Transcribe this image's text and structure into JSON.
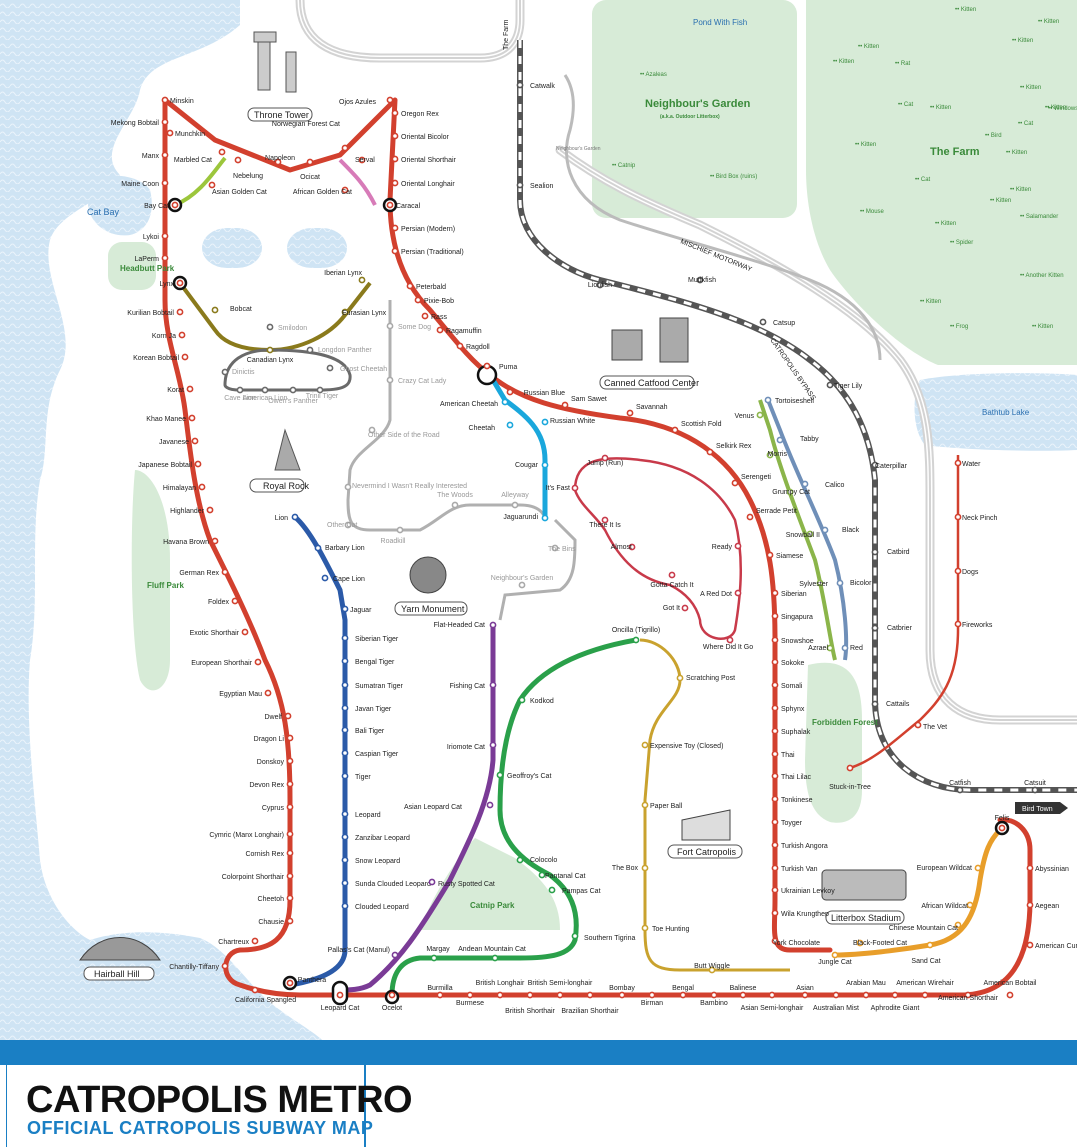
{
  "header": {
    "title": "CATROPOLIS METRO",
    "subtitle": "OFFICIAL CATROPOLIS SUBWAY MAP"
  },
  "colors": {
    "red_line": "#d2402e",
    "blue_line": "#2b5aa8",
    "cyan_line": "#1aa7dc",
    "purple_line": "#7a3b96",
    "green_line": "#2aa04a",
    "lime_line": "#9cc63c",
    "olive_line": "#8a7a1c",
    "pink_line": "#d77bb8",
    "gold_line": "#c9a22e",
    "orange_line": "#e89e2a",
    "laser_line": "#c83a4a",
    "grey_line": "#a9a9a9",
    "water": "#cfe4f4",
    "park": "#d7ebd7",
    "footer_bar": "#1a7fc4"
  },
  "areas": {
    "cat_bay": "Cat Bay",
    "headbutt_park": "Headbutt Park",
    "fluff_park": "Fluff Park",
    "neighbours_garden": "Neighbour's Garden",
    "neighbours_garden_sub": "(a.k.a. Outdoor Litterbox)",
    "the_farm": "The Farm",
    "pond": "Pond With Fish",
    "bathtub_lake": "Bathtub Lake",
    "forbidden_forest": "Forbidden Forest",
    "catnip_park": "Catnip Park"
  },
  "landmarks": {
    "throne_tower": "Throne Tower",
    "royal_rock": "Royal Rock",
    "yarn_monument": "Yarn Monument",
    "canned_catfood": "Canned Catfood Center",
    "fort_catropolis": "Fort Catropolis",
    "litterbox_stadium": "Litterbox Stadium",
    "hairball_hill": "Hairball Hill"
  },
  "roads": {
    "the_farm": "The Farm",
    "bird_town": "Bird Town",
    "mischief_motorway": "MISCHIEF MOTORWAY",
    "catropolis_bypass": "CATROPOLIS BYPASS",
    "neighbours_garden": "Neighbour's Garden"
  },
  "stations": {
    "red_left": [
      {
        "name": "Minskin"
      },
      {
        "name": "Mekong Bobtail"
      },
      {
        "name": "Munchkin"
      },
      {
        "name": "Manx"
      },
      {
        "name": "Maine Coon"
      },
      {
        "name": "Bay Cat"
      },
      {
        "name": "Lykoi"
      },
      {
        "name": "LaPerm"
      },
      {
        "name": "Lynx"
      },
      {
        "name": "Kurilian Bobtail"
      },
      {
        "name": "Korn Ja"
      },
      {
        "name": "Korean Bobtail"
      },
      {
        "name": "Korat"
      },
      {
        "name": "Khao Manee"
      },
      {
        "name": "Javanese"
      },
      {
        "name": "Japanese Bobtail"
      },
      {
        "name": "Himalayan"
      },
      {
        "name": "Highlander"
      },
      {
        "name": "Havana Brown"
      },
      {
        "name": "German Rex"
      },
      {
        "name": "Foldex"
      },
      {
        "name": "Exotic Shorthair"
      },
      {
        "name": "European Shorthair"
      },
      {
        "name": "Egyptian Mau"
      },
      {
        "name": "Dwelf"
      },
      {
        "name": "Dragon Li"
      },
      {
        "name": "Donskoy"
      },
      {
        "name": "Devon Rex"
      },
      {
        "name": "Cyprus"
      },
      {
        "name": "Cymric (Manx Longhair)"
      },
      {
        "name": "Cornish Rex"
      },
      {
        "name": "Colorpoint Shorthair"
      },
      {
        "name": "Cheetoh"
      },
      {
        "name": "Chausie"
      },
      {
        "name": "Chartreux"
      },
      {
        "name": "Chantilly-Tiffany"
      },
      {
        "name": "California Spangled"
      }
    ],
    "red_top": [
      {
        "name": "Marbled Cat"
      },
      {
        "name": "Nebelung"
      },
      {
        "name": "Napoleon"
      },
      {
        "name": "Ocicat"
      },
      {
        "name": "Norwegian Forest Cat"
      },
      {
        "name": "Ojos Azules"
      },
      {
        "name": "Serval"
      },
      {
        "name": "African Golden Cat"
      },
      {
        "name": "Asian Golden Cat"
      }
    ],
    "red_right": [
      {
        "name": "Oregon Rex"
      },
      {
        "name": "Oriental Bicolor"
      },
      {
        "name": "Oriental Shorthair"
      },
      {
        "name": "Oriental Longhair"
      },
      {
        "name": "Caracal"
      },
      {
        "name": "Persian (Modern)"
      },
      {
        "name": "Persian (Traditional)"
      },
      {
        "name": "Peterbald"
      },
      {
        "name": "Pixie-Bob"
      },
      {
        "name": "Rass"
      },
      {
        "name": "Ragamuffin"
      },
      {
        "name": "Ragdoll"
      },
      {
        "name": "Puma"
      },
      {
        "name": "Russian Blue"
      },
      {
        "name": "Sam Sawet"
      },
      {
        "name": "Savannah"
      },
      {
        "name": "Scottish Fold"
      },
      {
        "name": "Selkirk Rex"
      },
      {
        "name": "Serengeti"
      },
      {
        "name": "Serrade Petit"
      },
      {
        "name": "Siamese"
      },
      {
        "name": "Siberian"
      },
      {
        "name": "Singapura"
      },
      {
        "name": "Snowshoe"
      },
      {
        "name": "Sokoke"
      },
      {
        "name": "Somali"
      },
      {
        "name": "Sphynx"
      },
      {
        "name": "Suphalak"
      },
      {
        "name": "Thai"
      },
      {
        "name": "Thai Lilac"
      },
      {
        "name": "Tonkinese"
      },
      {
        "name": "Toyger"
      },
      {
        "name": "Turkish Angora"
      },
      {
        "name": "Turkish Van"
      },
      {
        "name": "Ukrainian Levkoy"
      },
      {
        "name": "Wila Krungthep"
      },
      {
        "name": "York Chocolate"
      }
    ],
    "red_bottom": [
      {
        "name": "Panthera"
      },
      {
        "name": "Leopard Cat"
      },
      {
        "name": "Ocelot"
      },
      {
        "name": "Burmilla"
      },
      {
        "name": "Burmese"
      },
      {
        "name": "British Longhair"
      },
      {
        "name": "British Shorthair"
      },
      {
        "name": "British Semi-longhair"
      },
      {
        "name": "Brazilian Shorthair"
      },
      {
        "name": "Bombay"
      },
      {
        "name": "Birman"
      },
      {
        "name": "Bengal"
      },
      {
        "name": "Bambino"
      },
      {
        "name": "Balinese"
      },
      {
        "name": "Asian Semi-longhair"
      },
      {
        "name": "Asian"
      },
      {
        "name": "Australian Mist"
      },
      {
        "name": "Arabian Mau"
      },
      {
        "name": "Aphrodite Giant"
      },
      {
        "name": "American Wirehair"
      },
      {
        "name": "American Shorthair"
      },
      {
        "name": "American Bobtail"
      },
      {
        "name": "American Curl"
      },
      {
        "name": "Aegean"
      },
      {
        "name": "Abyssinian"
      },
      {
        "name": "Felis"
      }
    ],
    "olive": [
      {
        "name": "Bobcat"
      },
      {
        "name": "Canadian Lynx"
      },
      {
        "name": "Eurasian Lynx"
      },
      {
        "name": "Iberian Lynx"
      }
    ],
    "grey_loop": [
      {
        "name": "Smilodon"
      },
      {
        "name": "Longdon Panther"
      },
      {
        "name": "Ghost Cheetah"
      },
      {
        "name": "Dinictis"
      },
      {
        "name": "Cave Lion"
      },
      {
        "name": "American Lion"
      },
      {
        "name": "Owen's Panther"
      },
      {
        "name": "Trinil Tiger"
      }
    ],
    "blue": [
      {
        "name": "Lion"
      },
      {
        "name": "Barbary Lion"
      },
      {
        "name": "Cape Lion"
      },
      {
        "name": "Jaguar"
      },
      {
        "name": "Siberian Tiger"
      },
      {
        "name": "Bengal Tiger"
      },
      {
        "name": "Sumatran Tiger"
      },
      {
        "name": "Javan Tiger"
      },
      {
        "name": "Bali Tiger"
      },
      {
        "name": "Caspian Tiger"
      },
      {
        "name": "Tiger"
      },
      {
        "name": "Leopard"
      },
      {
        "name": "Zanzibar Leopard"
      },
      {
        "name": "Snow Leopard"
      },
      {
        "name": "Sunda Clouded Leopard"
      },
      {
        "name": "Clouded Leopard"
      }
    ],
    "grey": [
      {
        "name": "Some Dog"
      },
      {
        "name": "Crazy Cat Lady"
      },
      {
        "name": "Other Side of the Road"
      },
      {
        "name": "Nevermind I Wasn't Really Interested"
      },
      {
        "name": "Other Cat"
      },
      {
        "name": "Roadkill"
      },
      {
        "name": "The Woods"
      },
      {
        "name": "Alleyway"
      },
      {
        "name": "The Bins"
      },
      {
        "name": "Neighbour's Garden"
      }
    ],
    "cyan": [
      {
        "name": "American Cheetah"
      },
      {
        "name": "Cheetah"
      },
      {
        "name": "Russian White"
      },
      {
        "name": "Cougar"
      },
      {
        "name": "Jaguarundi"
      }
    ],
    "purple": [
      {
        "name": "Flat-Headed Cat"
      },
      {
        "name": "Fishing Cat"
      },
      {
        "name": "Iriomote Cat"
      },
      {
        "name": "Asian Leopard Cat"
      },
      {
        "name": "Rusty Spotted Cat"
      },
      {
        "name": "Pallas's Cat (Manul)"
      }
    ],
    "green": [
      {
        "name": "Oncilla (Tigrillo)"
      },
      {
        "name": "Kodkod"
      },
      {
        "name": "Geoffroy's Cat"
      },
      {
        "name": "Colocolo"
      },
      {
        "name": "Pantanal Cat"
      },
      {
        "name": "Pampas Cat"
      },
      {
        "name": "Southern Tigrina"
      },
      {
        "name": "Andean Mountain Cat"
      },
      {
        "name": "Margay"
      }
    ],
    "gold": [
      {
        "name": "Scratching Post"
      },
      {
        "name": "Expensive Toy (Closed)"
      },
      {
        "name": "Paper Ball"
      },
      {
        "name": "The Box"
      },
      {
        "name": "Toe Hunting"
      },
      {
        "name": "Butt Wiggle"
      }
    ],
    "laser": [
      {
        "name": "Jump (Run)"
      },
      {
        "name": "It's Fast"
      },
      {
        "name": "There It Is"
      },
      {
        "name": "Almost"
      },
      {
        "name": "Gotta Catch It"
      },
      {
        "name": "Got It"
      },
      {
        "name": "Ready"
      },
      {
        "name": "A Red Dot"
      },
      {
        "name": "Where Did It Go"
      }
    ],
    "lime": [
      {
        "name": "Venus"
      },
      {
        "name": "Morris"
      },
      {
        "name": "Grumpy Cat"
      },
      {
        "name": "Snowball II"
      },
      {
        "name": "Sylvester"
      },
      {
        "name": "Azrael"
      }
    ],
    "steel": [
      {
        "name": "Tortoiseshell"
      },
      {
        "name": "Tabby"
      },
      {
        "name": "Calico"
      },
      {
        "name": "Black"
      },
      {
        "name": "Bicolor"
      },
      {
        "name": "Red"
      }
    ],
    "orange": [
      {
        "name": "European Wildcat"
      },
      {
        "name": "African Wildcat"
      },
      {
        "name": "Chinese Mountain Cat"
      },
      {
        "name": "Sand Cat"
      },
      {
        "name": "Black-Footed Cat"
      },
      {
        "name": "Jungle Cat"
      }
    ],
    "thin_red": [
      {
        "name": "Water"
      },
      {
        "name": "Neck Pinch"
      },
      {
        "name": "Dogs"
      },
      {
        "name": "Fireworks"
      },
      {
        "name": "The Vet"
      },
      {
        "name": "Stuck-in-Tree"
      }
    ],
    "rail": [
      {
        "name": "Catwalk"
      },
      {
        "name": "Sealion"
      },
      {
        "name": "Lionfish"
      },
      {
        "name": "Mudkfish"
      },
      {
        "name": "Catsup"
      },
      {
        "name": "Tiger Lily"
      },
      {
        "name": "Caterpillar"
      },
      {
        "name": "Catbird"
      },
      {
        "name": "Catbrier"
      },
      {
        "name": "Cattails"
      },
      {
        "name": "Catfish"
      },
      {
        "name": "Catsuit"
      }
    ]
  },
  "farm_items": [
    "Kitten",
    "Kitten",
    "Kitten",
    "Kitten",
    "Kitten",
    "Rat",
    "Kitten",
    "Windowsill Pie",
    "Cat",
    "Kitten",
    "Kitten",
    "Bird",
    "Cat",
    "Kitten",
    "Kitten",
    "Cat",
    "Kitten",
    "Kitten",
    "Mouse",
    "Kitten",
    "Salamander",
    "Spider",
    "Another Kitten",
    "Kitten",
    "Frog",
    "Kitten"
  ],
  "garden_items": [
    "Azaleas",
    "Catnip",
    "Bird Box (ruins)"
  ]
}
